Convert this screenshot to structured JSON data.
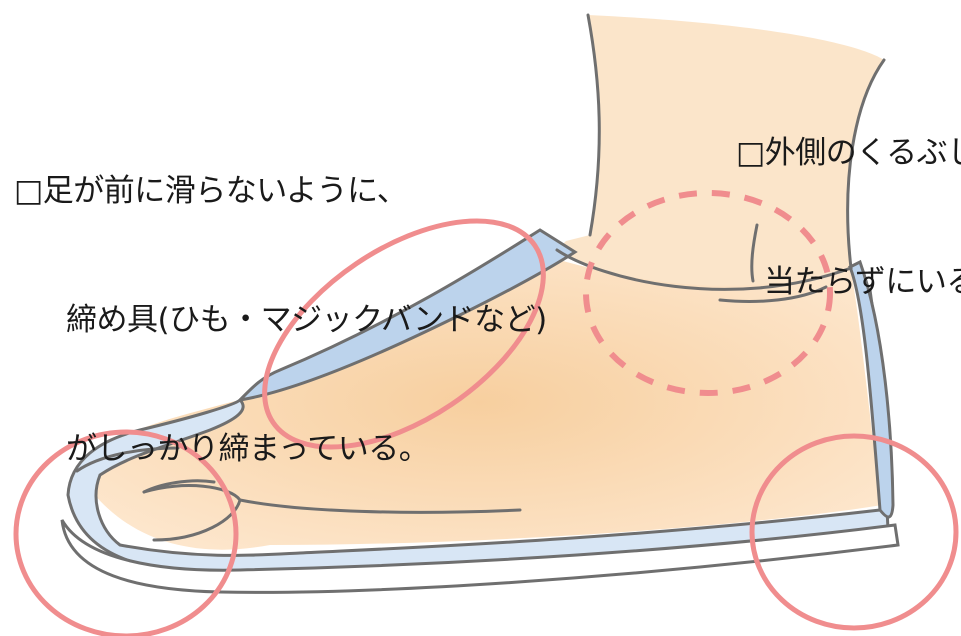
{
  "colors": {
    "skin": "#f8d7ae",
    "skin_shadow": "#f3c58f",
    "outline": "#6f6f6f",
    "shoe": "#bcd3ec",
    "shoe_light": "#d8e6f5",
    "highlight": "#f08d8e",
    "text": "#1a1a1a"
  },
  "notes": [
    {
      "lines": [
        "□足が前に滑らないように、",
        "締め具(ひも・マジックバンドなど)",
        "がしっかり締まっている。"
      ]
    },
    {
      "lines": [
        "□外側のくるぶしに",
        "当たらずにいる"
      ]
    }
  ]
}
